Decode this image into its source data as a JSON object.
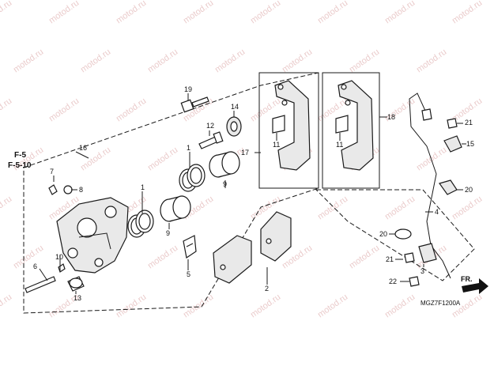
{
  "watermark": "motod.ru",
  "frame_refs": [
    "F-5",
    "F-5-10"
  ],
  "drawing_code": "MGZ7F1200A",
  "direction_label": "FR.",
  "callouts": {
    "c1a": "1",
    "c1b": "1",
    "c2": "2",
    "c3": "3",
    "c4": "4",
    "c5": "5",
    "c6": "6",
    "c7": "7",
    "c8": "8",
    "c9a": "9",
    "c9b": "9",
    "c10": "10",
    "c11a": "11",
    "c11b": "11",
    "c12": "12",
    "c13": "13",
    "c14": "14",
    "c15": "15",
    "c16": "16",
    "c17": "17",
    "c18": "18",
    "c19": "19",
    "c20a": "20",
    "c20b": "20",
    "c21a": "21",
    "c21b": "21",
    "c22": "22"
  }
}
